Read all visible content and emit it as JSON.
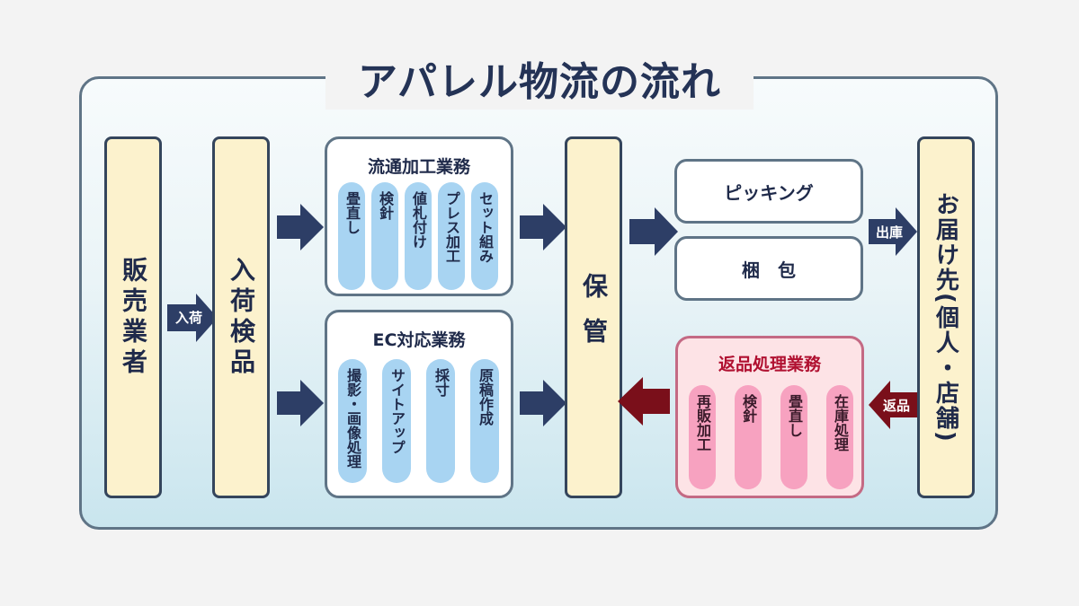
{
  "title": "アパレル物流の流れ",
  "columns": {
    "seller": "販売業者",
    "receiving": "入荷検品",
    "storage": "保管",
    "destination": "お届け先(個人・店舗)"
  },
  "arrow_labels": {
    "inbound": "入荷",
    "shipping": "出庫",
    "returns": "返品"
  },
  "panels": {
    "processing": {
      "title": "流通加工業務",
      "items": [
        "畳直し",
        "検針",
        "値札付け",
        "プレス加工",
        "セット組み"
      ]
    },
    "ec": {
      "title": "EC対応業務",
      "items": [
        "撮影・画像処理",
        "サイトアップ",
        "採寸",
        "原稿作成"
      ]
    },
    "returns": {
      "title": "返品処理業務",
      "items": [
        "再販加工",
        "検針",
        "畳直し",
        "在庫処理"
      ]
    }
  },
  "outbound_steps": [
    "ピッキング",
    "梱　包"
  ],
  "colors": {
    "navy_arrow": "#2d3e66",
    "red_arrow": "#7a0f1a",
    "column_fill": "#fcf2cd",
    "pill_blue": "#a8d4f2",
    "pill_pink": "#f7a2c0",
    "returns_panel_fill": "#fde3e6",
    "returns_title": "#b01030"
  }
}
